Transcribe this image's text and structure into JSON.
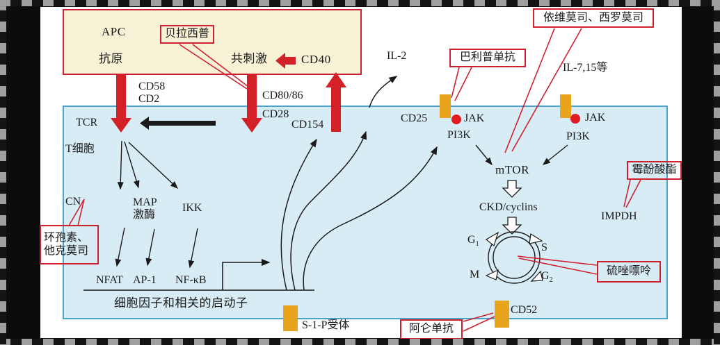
{
  "figure": {
    "apc": {
      "title": "APC",
      "antigen": "抗原",
      "costim": "共刺激",
      "cd40": "CD40"
    },
    "membrane": {
      "cd58": "CD58",
      "cd2": "CD2",
      "cd80_86": "CD80/86",
      "cd28": "CD28",
      "cd154": "CD154",
      "tcr": "TCR",
      "cd25": "CD25",
      "cd52": "CD52",
      "il2": "IL-2",
      "il7_15": "IL-7,15等",
      "s1p_receptor": "S-1-P受体"
    },
    "cell": {
      "t_cell": "T细胞",
      "cn": "CN",
      "map": "MAP",
      "kinase": "激酶",
      "ikk": "IKK",
      "nfat": "NFAT",
      "ap1": "AP-1",
      "nfkb": "NF-κB",
      "promoter": "细胞因子和相关的启动子",
      "jak": "JAK",
      "pi3k": "PI3K",
      "mtor": "mTOR",
      "ckd_cyclins": "CKD/cyclins",
      "impdh": "IMPDH",
      "g_base": "G",
      "g1_sub": "1",
      "g2_sub": "2",
      "s_phase": "S",
      "m_phase": "M"
    },
    "drugs": {
      "belatacept": "贝拉西普",
      "cyclosporine_line1": "环孢素、",
      "cyclosporine_line2": "他克莫司",
      "basiliximab": "巴利普单抗",
      "everolimus_sirolimus": "依维莫司、西罗莫司",
      "mycophenolate": "霉酚酸酯",
      "azathioprine": "硫唑嘌呤",
      "alemtuzumab": "阿仑单抗"
    },
    "colors": {
      "drug_red": "#cf2030",
      "receptor_orange": "#e9a41e",
      "cell_fill": "#d8ecf5",
      "cell_border": "#4aa3c9",
      "apc_fill": "#f7f2d5",
      "jak_dot": "#e01b22"
    }
  }
}
